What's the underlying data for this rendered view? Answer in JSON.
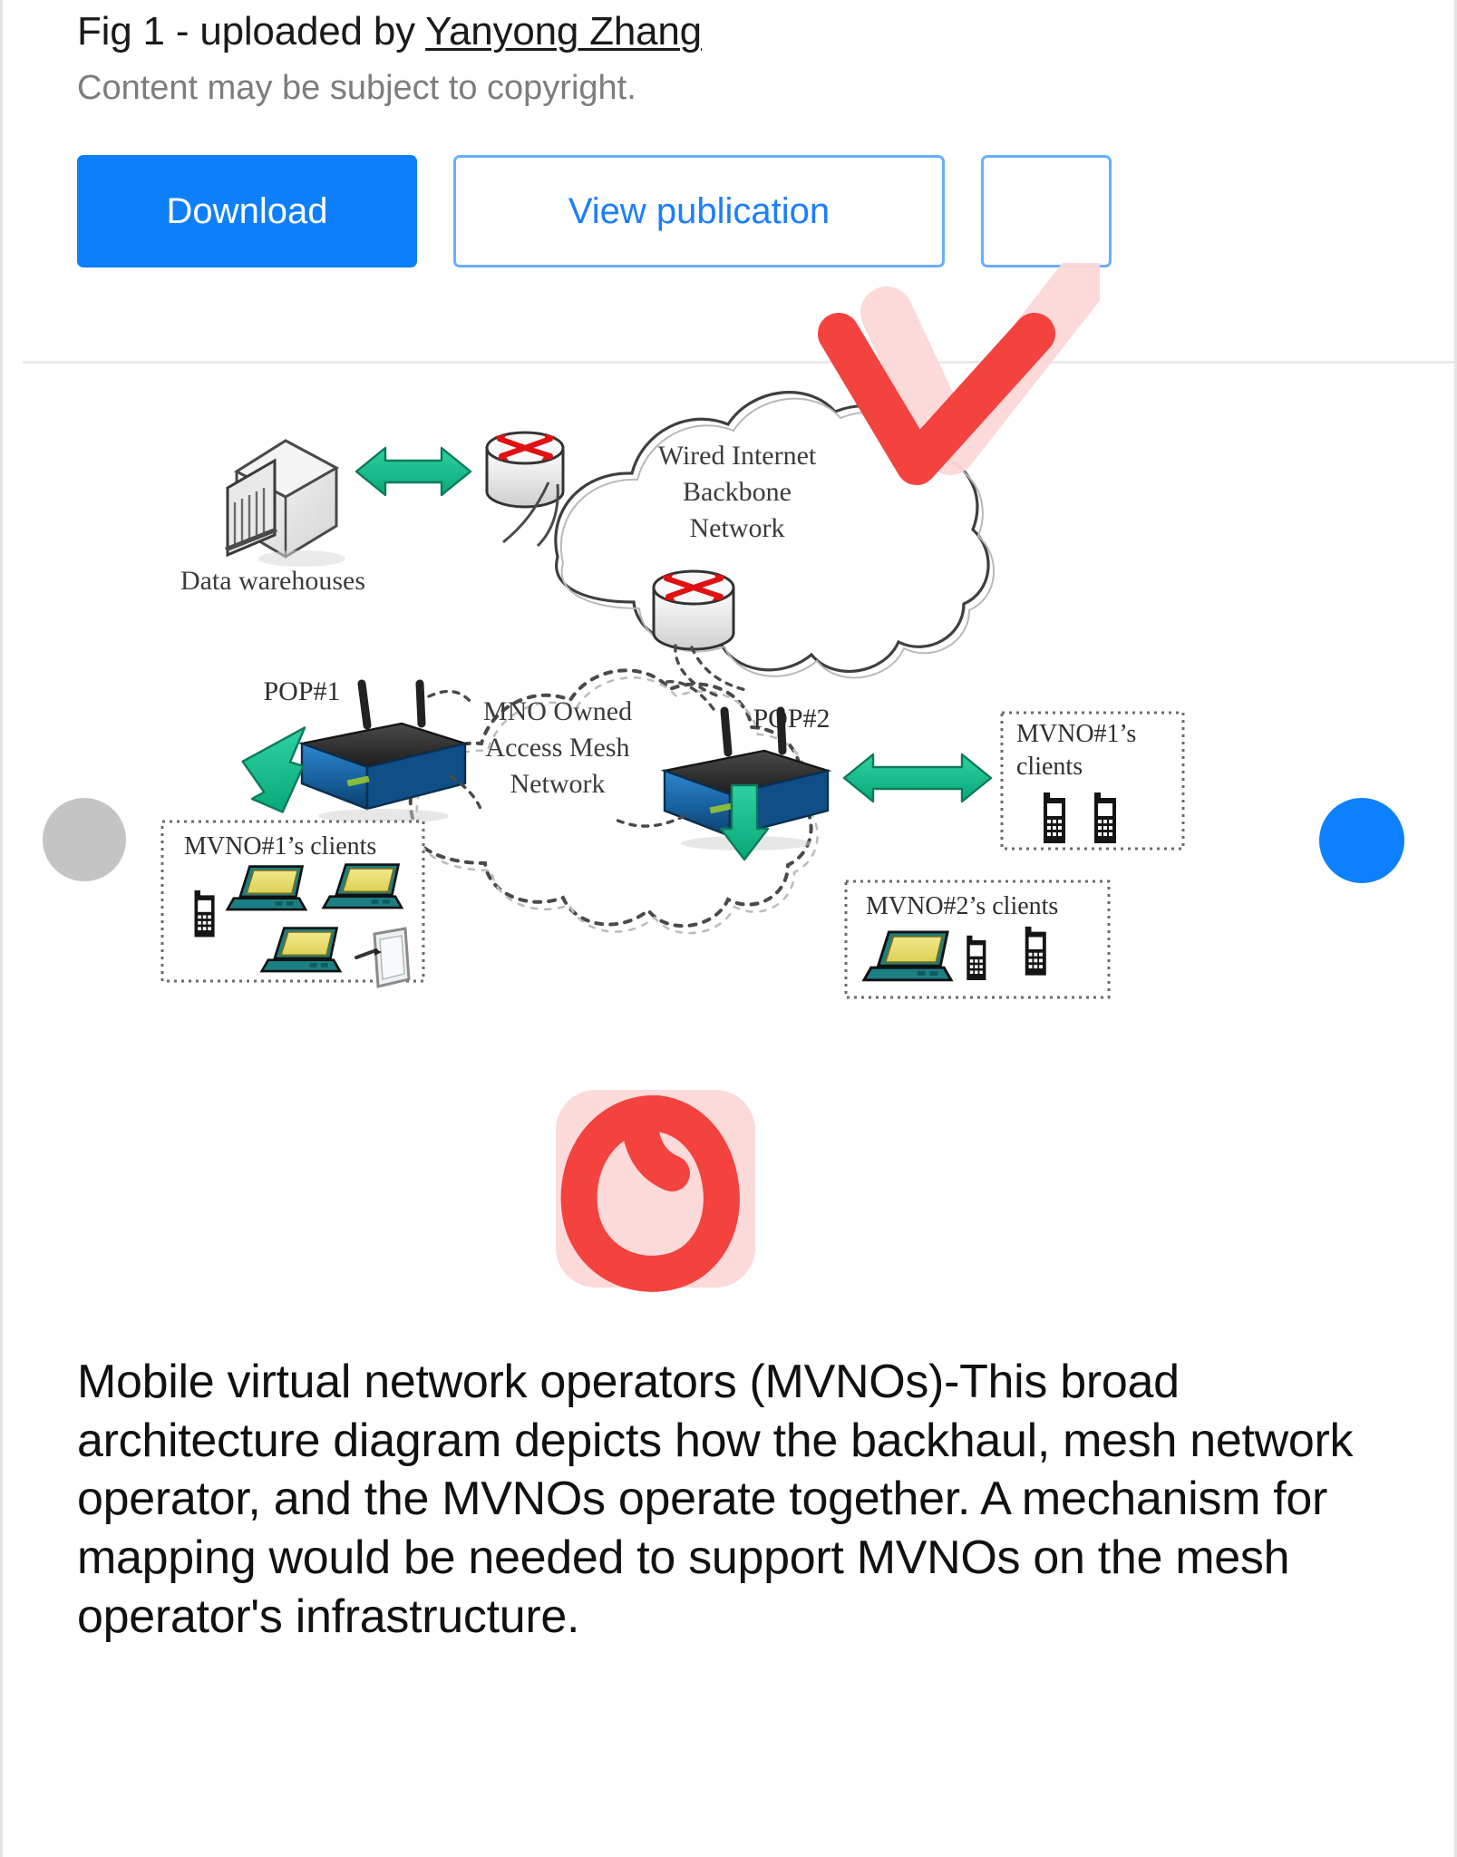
{
  "header": {
    "fig_prefix": "Fig 1 - uploaded by ",
    "uploader": "Yanyong Zhang",
    "copyright": "Content may be subject to copyright."
  },
  "actions": {
    "download_label": "Download",
    "view_publication_label": "View publication",
    "icon_button_label": ""
  },
  "carousel": {
    "prev_icon": "circle-prev-icon",
    "next_icon": "circle-next-icon",
    "prev_color": "#c4c4c4",
    "next_color": "#0d80fd"
  },
  "annotations": {
    "check_mark": "red-check-annotation",
    "circle_mark": "red-circle-annotation",
    "ink_color": "#f4423f",
    "highlight_color": "#fcd8d8"
  },
  "figure": {
    "alt": "MVNO broad architecture diagram",
    "labels": {
      "data_warehouses": "Data warehouses",
      "backbone_l1": "Wired Internet",
      "backbone_l2": "Backbone",
      "backbone_l3": "Network",
      "mesh_l1": "MNO Owned",
      "mesh_l2": "Access Mesh",
      "mesh_l3": "Network",
      "pop1": "POP#1",
      "pop2": "POP#2",
      "mvno1_clients_left": "MVNO#1’s clients",
      "mvno1_clients_right_l1": "MVNO#1’s",
      "mvno1_clients_right_l2": "clients",
      "mvno2_clients": "MVNO#2’s clients"
    },
    "colors": {
      "arrow_green": "#14b98a",
      "router_blue": "#1563a8",
      "router_black": "#2b2b2b",
      "laptop_teal": "#1b7f84",
      "laptop_screen": "#ebe06f",
      "router_red": "#e21b1b"
    }
  },
  "caption": {
    "text": "Mobile virtual network operators (MVNOs)-This broad architecture diagram depicts how the backhaul, mesh network operator, and the MVNOs operate together. A mechanism for mapping would be needed to support MVNOs on the mesh operator's infrastructure."
  }
}
